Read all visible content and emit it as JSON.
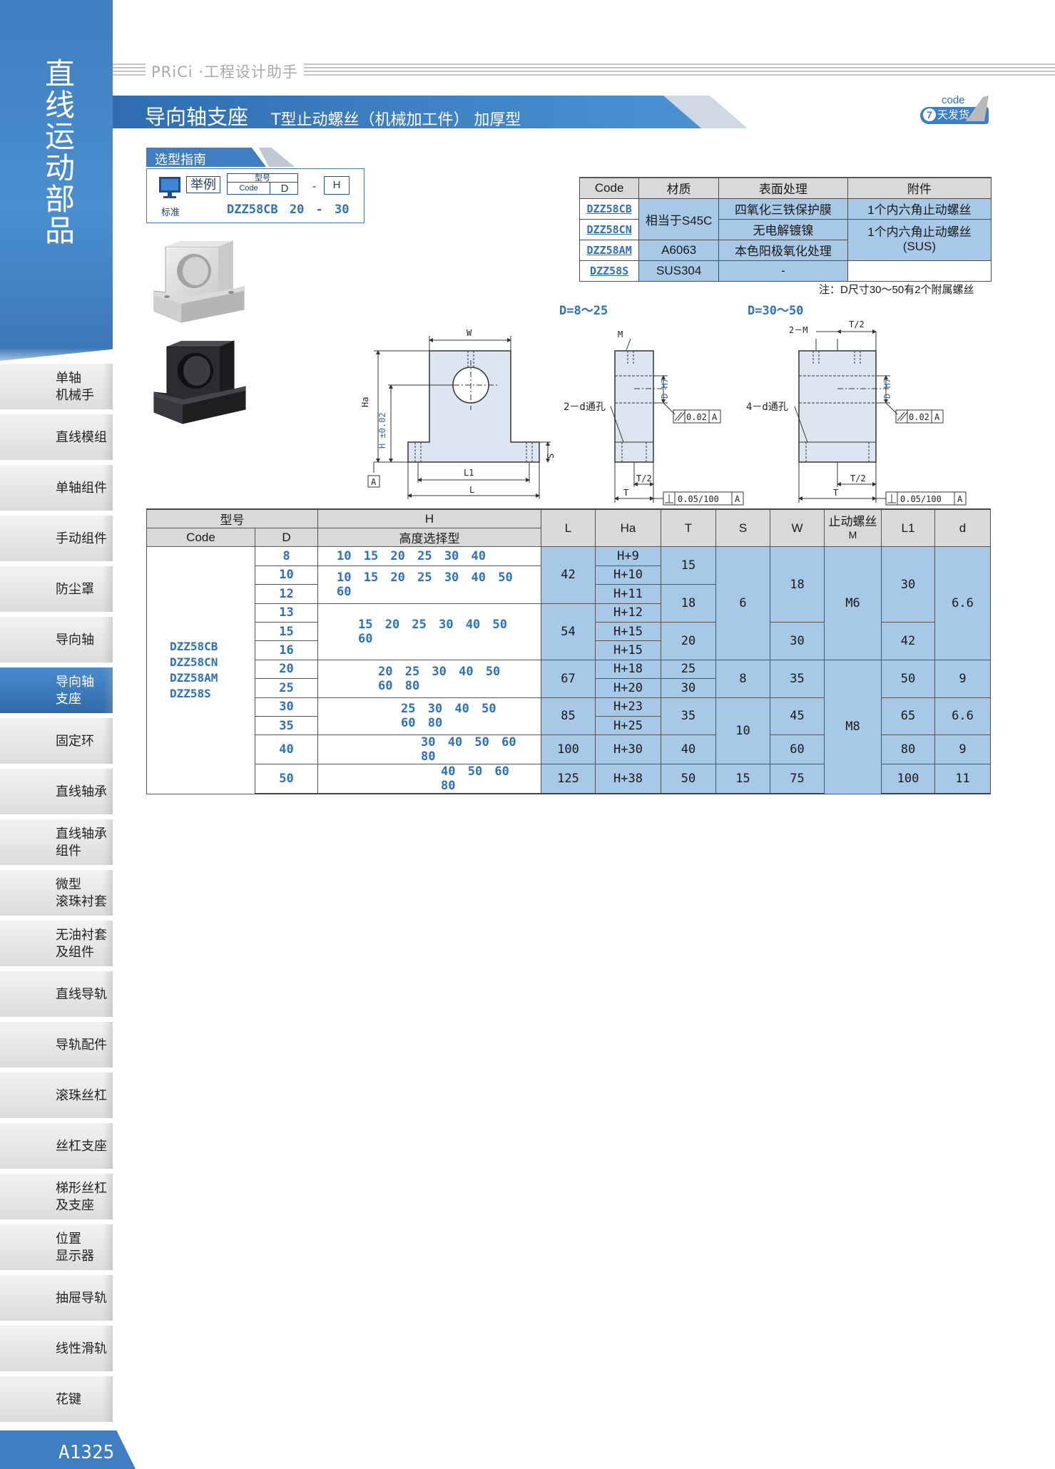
{
  "sidebar": {
    "title": "直线运动部品",
    "items": [
      {
        "label": "单轴\n机械手",
        "active": false
      },
      {
        "label": "直线模组",
        "active": false
      },
      {
        "label": "单轴组件",
        "active": false
      },
      {
        "label": "手动组件",
        "active": false
      },
      {
        "label": "防尘罩",
        "active": false
      },
      {
        "label": "导向轴",
        "active": false
      },
      {
        "label": "导向轴\n支座",
        "active": true
      },
      {
        "label": "固定环",
        "active": false
      },
      {
        "label": "直线轴承",
        "active": false
      },
      {
        "label": "直线轴承\n组件",
        "active": false
      },
      {
        "label": "微型\n滚珠衬套",
        "active": false
      },
      {
        "label": "无油衬套\n及组件",
        "active": false
      },
      {
        "label": "直线导轨",
        "active": false
      },
      {
        "label": "导轨配件",
        "active": false
      },
      {
        "label": "滚珠丝杠",
        "active": false
      },
      {
        "label": "丝杠支座",
        "active": false
      },
      {
        "label": "梯形丝杠\n及支座",
        "active": false
      },
      {
        "label": "位置\n显示器",
        "active": false
      },
      {
        "label": "抽屉导轨",
        "active": false
      },
      {
        "label": "线性滑轨",
        "active": false
      },
      {
        "label": "花键",
        "active": false
      }
    ],
    "page_number": "A1325"
  },
  "header": {
    "brand": "PRiCi ·工程设计助手",
    "title": "导向轴支座",
    "subtitle": "T型止动螺丝（机械加工件） 加厚型",
    "badge_code": "code",
    "badge_num": "7",
    "badge_text": "天发货"
  },
  "guide": {
    "tab": "选型指南",
    "example": "举例",
    "model_label": "型号",
    "code_label": "Code",
    "d_label": "D",
    "dash": "-",
    "h_label": "H",
    "standard": "标准",
    "example_value": "DZZ58CB 20 - 30"
  },
  "materials": {
    "headers": [
      "Code",
      "材质",
      "表面处理",
      "附件"
    ],
    "rows": [
      {
        "code": "DZZ58CB",
        "material": "相当于S45C",
        "surface": "四氧化三铁保护膜",
        "accessory": "1个内六角止动螺丝"
      },
      {
        "code": "DZZ58CN",
        "material": "",
        "surface": "无电解镀镍",
        "accessory": "1个内六角止动螺丝\n(SUS)"
      },
      {
        "code": "DZZ58AM",
        "material": "A6063",
        "surface": "本色阳极氧化处理",
        "accessory": ""
      },
      {
        "code": "DZZ58S",
        "material": "SUS304",
        "surface": "-",
        "accessory": ""
      }
    ],
    "note": "注：D尺寸30～50有2个附属螺丝"
  },
  "drawings": {
    "range_small": "D=8～25",
    "range_large": "D=30～50",
    "labels": {
      "W": "W",
      "Ha": "Ha",
      "H": "H ±0.02",
      "L1": "L1",
      "L": "L",
      "S": "S",
      "A": "A",
      "M": "M",
      "M2": "2－M",
      "T2": "T/2",
      "T": "T",
      "D": "D H7",
      "hole2": "2－d通孔",
      "hole4": "4－d通孔",
      "par": "0.02",
      "perp": "0.05/100"
    }
  },
  "spec": {
    "headers": {
      "model": "型号",
      "code": "Code",
      "d": "D",
      "h_top": "H",
      "h_bottom": "高度选择型",
      "l": "L",
      "ha": "Ha",
      "t": "T",
      "s": "S",
      "w": "W",
      "m_top": "止动螺丝",
      "m_bottom": "M",
      "l1": "L1",
      "dd": "d"
    },
    "codes": [
      "DZZ58CB",
      "DZZ58CN",
      "DZZ58AM",
      "DZZ58S"
    ],
    "D": [
      "8",
      "10",
      "12",
      "13",
      "15",
      "16",
      "20",
      "25",
      "30",
      "35",
      "40",
      "50"
    ],
    "H_options": [
      "10 15 20 25 30 40",
      "10 15 20 25 30 40 50 60",
      "15 20 25 30 40 50 60",
      "20 25 30 40 50 60 80",
      "25 30 40 50 60 80",
      "30 40 50 60 80",
      "40 50 60 80"
    ],
    "L": [
      "42",
      "54",
      "67",
      "85",
      "100",
      "125"
    ],
    "Ha": [
      "H+9",
      "H+10",
      "H+11",
      "H+12",
      "H+15",
      "H+15",
      "H+18",
      "H+20",
      "H+23",
      "H+25",
      "H+30",
      "H+38"
    ],
    "T": [
      "15",
      "18",
      "20",
      "25",
      "30",
      "35",
      "40",
      "50"
    ],
    "S": [
      "6",
      "8",
      "10",
      "15"
    ],
    "W": [
      "18",
      "30",
      "35",
      "45",
      "60",
      "75"
    ],
    "M": [
      "M6",
      "M8"
    ],
    "L1": [
      "30",
      "42",
      "50",
      "65",
      "80",
      "100"
    ],
    "d": [
      "6.6",
      "9",
      "6.6",
      "9",
      "11"
    ]
  }
}
